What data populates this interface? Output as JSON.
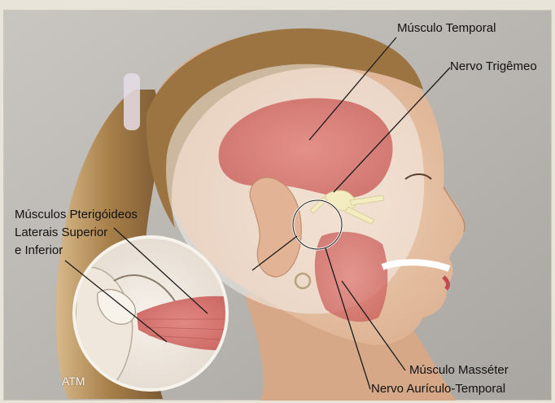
{
  "figure": {
    "labels": {
      "musculo_temporal": "Músculo Temporal",
      "nervo_trigemeo": "Nervo Trigêmeo",
      "pterigoideos_line1": "Músculos Pterigóideos",
      "pterigoideos_line2": "Laterais Superior",
      "pterigoideos_line3": "e Inferior",
      "atm": "ATM",
      "musculo_masseter": "Músculo Masséter",
      "nervo_auriculo_temporal": "Nervo Aurículo-Temporal"
    },
    "colors": {
      "background_wall": "#b9b6b1",
      "skin": "#e8c4a6",
      "hair": "#b98f58",
      "muscle": "#d8706c",
      "nerve": "#f2ecc0",
      "skull_overlay": "#f2efea"
    }
  }
}
